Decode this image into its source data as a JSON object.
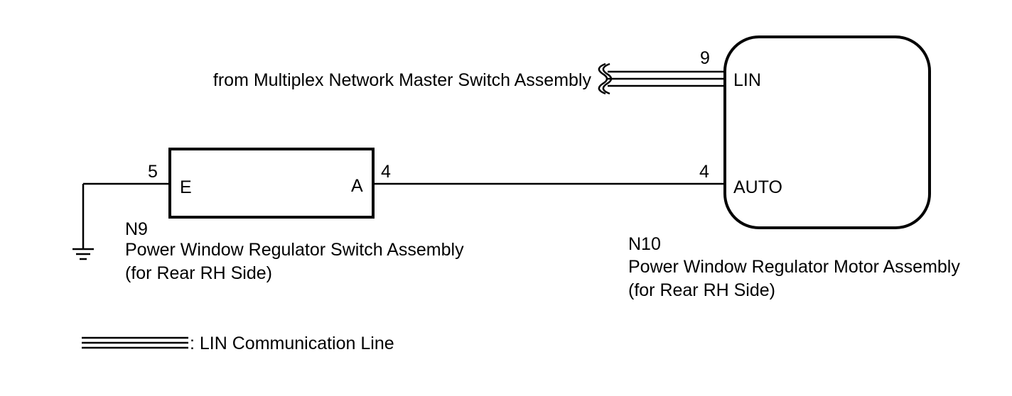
{
  "source_label": "from Multiplex Network Master Switch Assembly",
  "switch": {
    "code": "N9",
    "name": "Power Window Regulator Switch Assembly",
    "side": "(for Rear RH Side)",
    "pin_e_number": "5",
    "pin_e_name": "E",
    "pin_a_number": "4",
    "pin_a_name": "A"
  },
  "motor": {
    "code": "N10",
    "name": "Power Window Regulator Motor Assembly",
    "side": "(for Rear RH Side)",
    "pin_lin_number": "9",
    "pin_lin_name": "LIN",
    "pin_auto_number": "4",
    "pin_auto_name": "AUTO"
  },
  "legend": {
    "label": ": LIN Communication Line"
  }
}
